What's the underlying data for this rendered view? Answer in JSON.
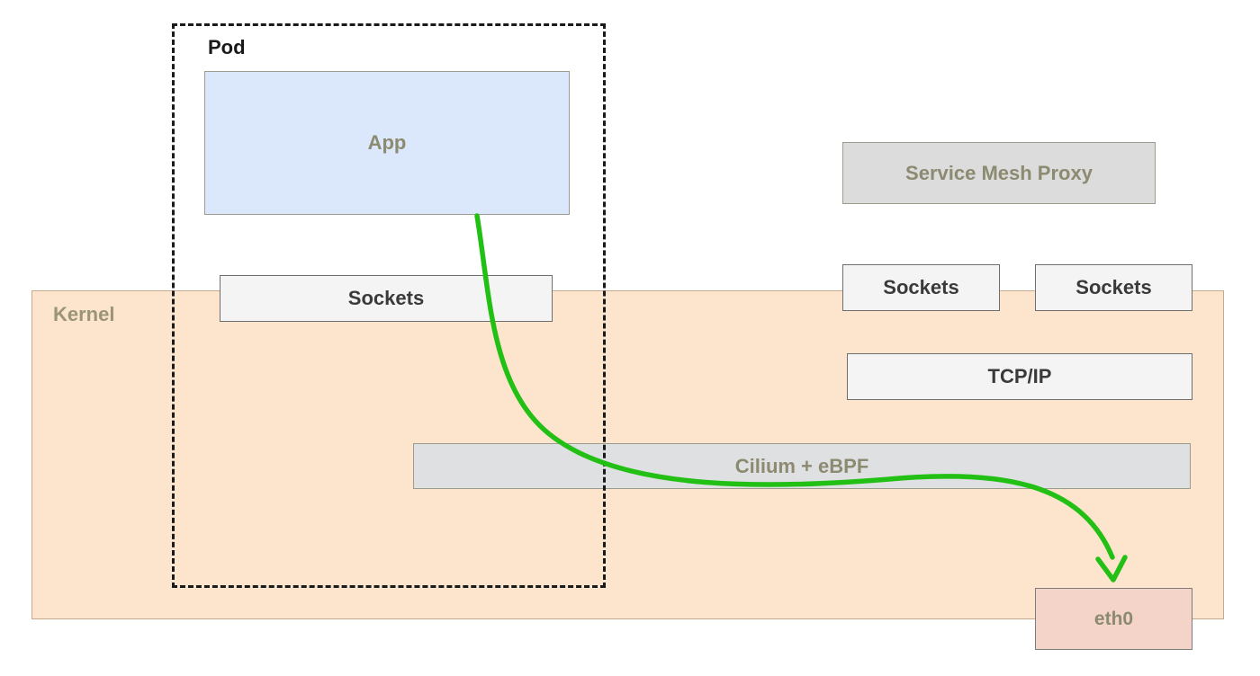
{
  "labels": {
    "kernel": "Kernel",
    "pod": "Pod",
    "app": "App",
    "pod_sockets": "Sockets",
    "service_mesh_proxy": "Service Mesh Proxy",
    "proxy_sockets_1": "Sockets",
    "proxy_sockets_2": "Sockets",
    "tcpip": "TCP/IP",
    "cilium": "Cilium + eBPF",
    "eth0": "eth0"
  },
  "colors": {
    "flow_arrow": "#22c015",
    "kernel_fill": "#fde4cd",
    "app_fill": "#dbe8fb",
    "eth0_fill": "#f4d3c8"
  }
}
